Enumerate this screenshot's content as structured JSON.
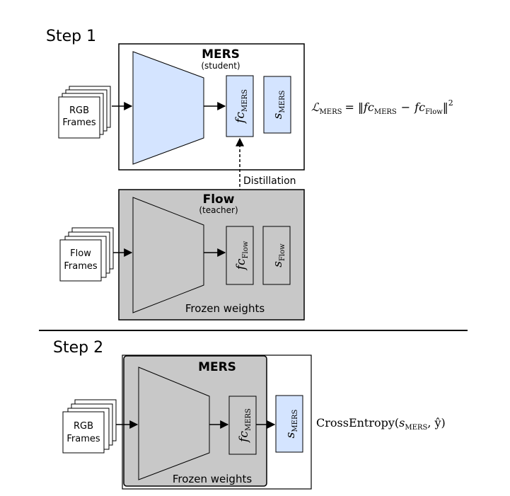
{
  "step1": {
    "title": "Step 1",
    "student": {
      "name": "MERS",
      "role": "(student)",
      "input_line1": "RGB",
      "input_line2": "Frames",
      "fc_symbol": "fc",
      "fc_sub": "MERS",
      "s_symbol": "s",
      "s_sub": "MERS"
    },
    "teacher": {
      "name": "Flow",
      "role": "(teacher)",
      "input_line1": "Flow",
      "input_line2": "Frames",
      "fc_symbol": "fc",
      "fc_sub": "Flow",
      "s_symbol": "s",
      "s_sub": "Flow",
      "frozen_label": "Frozen weights"
    },
    "distillation_label": "Distillation",
    "loss": {
      "L": "ℒ",
      "L_sub": "MERS",
      "eq": "= ‖",
      "fc": "fc",
      "fc_sub_a": "MERS",
      "minus": "−",
      "fc_sub_b": "Flow",
      "close": "‖",
      "sup": "2"
    }
  },
  "step2": {
    "title": "Step 2",
    "model": {
      "name": "MERS",
      "input_line1": "RGB",
      "input_line2": "Frames",
      "fc_symbol": "fc",
      "fc_sub": "MERS",
      "s_symbol": "s",
      "s_sub": "MERS",
      "frozen_label": "Frozen weights"
    },
    "loss": {
      "fn": "CrossEntropy(",
      "s": "s",
      "s_sub": "MERS",
      "rest": ", ŷ)"
    }
  },
  "colors": {
    "trainable": "#d4e4ff",
    "frozen": "#c8c8c8",
    "stroke": "#000000"
  }
}
